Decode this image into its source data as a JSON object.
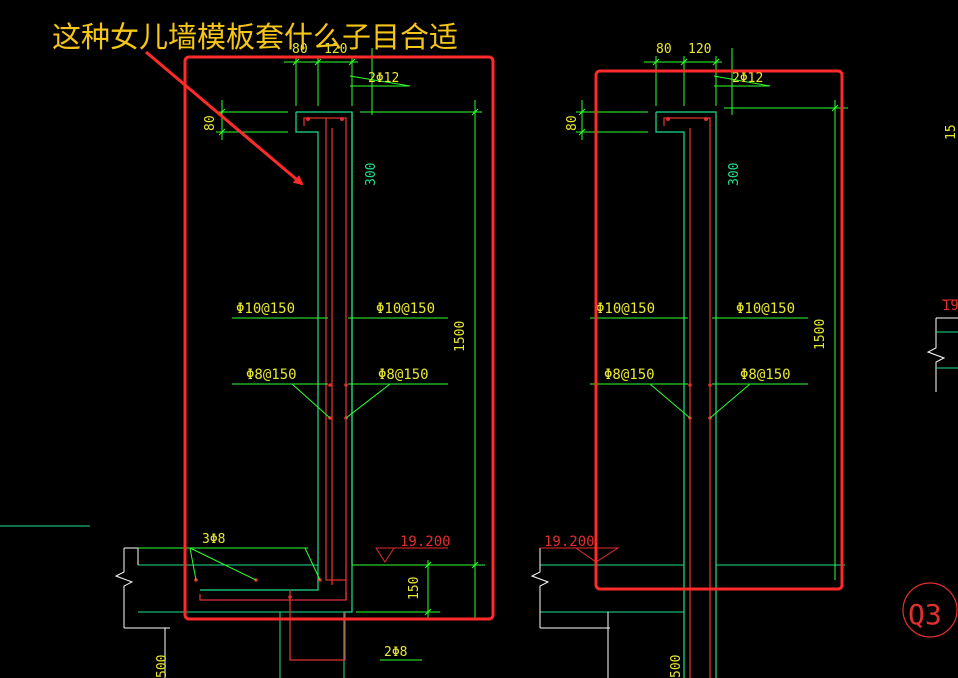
{
  "question": "这种女儿墙模板套什么子目合适",
  "colors": {
    "background": "#000000",
    "annotation_yellow": "#f5c518",
    "frame_red": "#ff2a2a",
    "concrete_green": "#1ee08a",
    "dim_green": "#30ff30",
    "rebar_red": "#e03030",
    "text_yellow": "#e8e830"
  },
  "left_detail": {
    "dim_80_top": "80",
    "dim_120_top": "120",
    "top_bars": "2Φ12",
    "dim_80_side": "80",
    "dim_300": "300",
    "dim_1500": "1500",
    "horiz_left": "Φ10@150",
    "horiz_right": "Φ10@150",
    "vert_left": "Φ8@150",
    "vert_right": "Φ8@150",
    "bottom_bars": "3Φ8",
    "elevation": "19.200",
    "dim_150": "150",
    "bottom_2bars": "2Φ8",
    "dim_500_bottom": "500"
  },
  "right_detail": {
    "dim_80_top": "80",
    "dim_120_top": "120",
    "top_bars": "2Φ12",
    "dim_80_side": "80",
    "dim_300": "300",
    "dim_1500": "1500",
    "horiz_left": "Φ10@150",
    "horiz_right": "Φ10@150",
    "vert_left": "Φ8@150",
    "vert_right": "Φ8@150",
    "elevation": "19.200",
    "dim_500_bottom": "500"
  },
  "edge": {
    "elev_partial": "19.",
    "dim_partial": "15",
    "section_label": "Q3"
  }
}
